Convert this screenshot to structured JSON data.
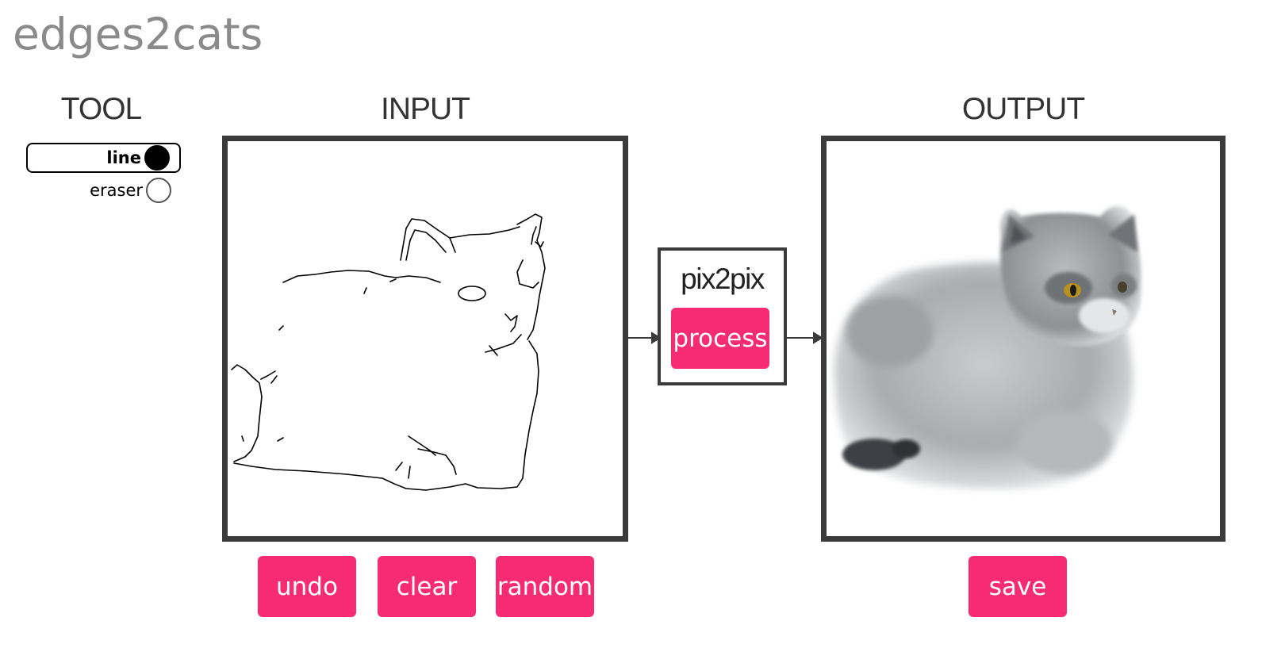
{
  "app": {
    "title": "edges2cats"
  },
  "tool": {
    "heading": "TOOL",
    "options": [
      {
        "label": "line",
        "selected": true
      },
      {
        "label": "eraser",
        "selected": false
      }
    ]
  },
  "input": {
    "heading": "INPUT",
    "buttons": {
      "undo": "undo",
      "clear": "clear",
      "random": "random"
    }
  },
  "model": {
    "name": "pix2pix",
    "process_label": "process"
  },
  "output": {
    "heading": "OUTPUT",
    "buttons": {
      "save": "save"
    }
  },
  "colors": {
    "accent": "#f72a74",
    "frame": "#3b3b3b",
    "title": "#8a8a8a"
  }
}
